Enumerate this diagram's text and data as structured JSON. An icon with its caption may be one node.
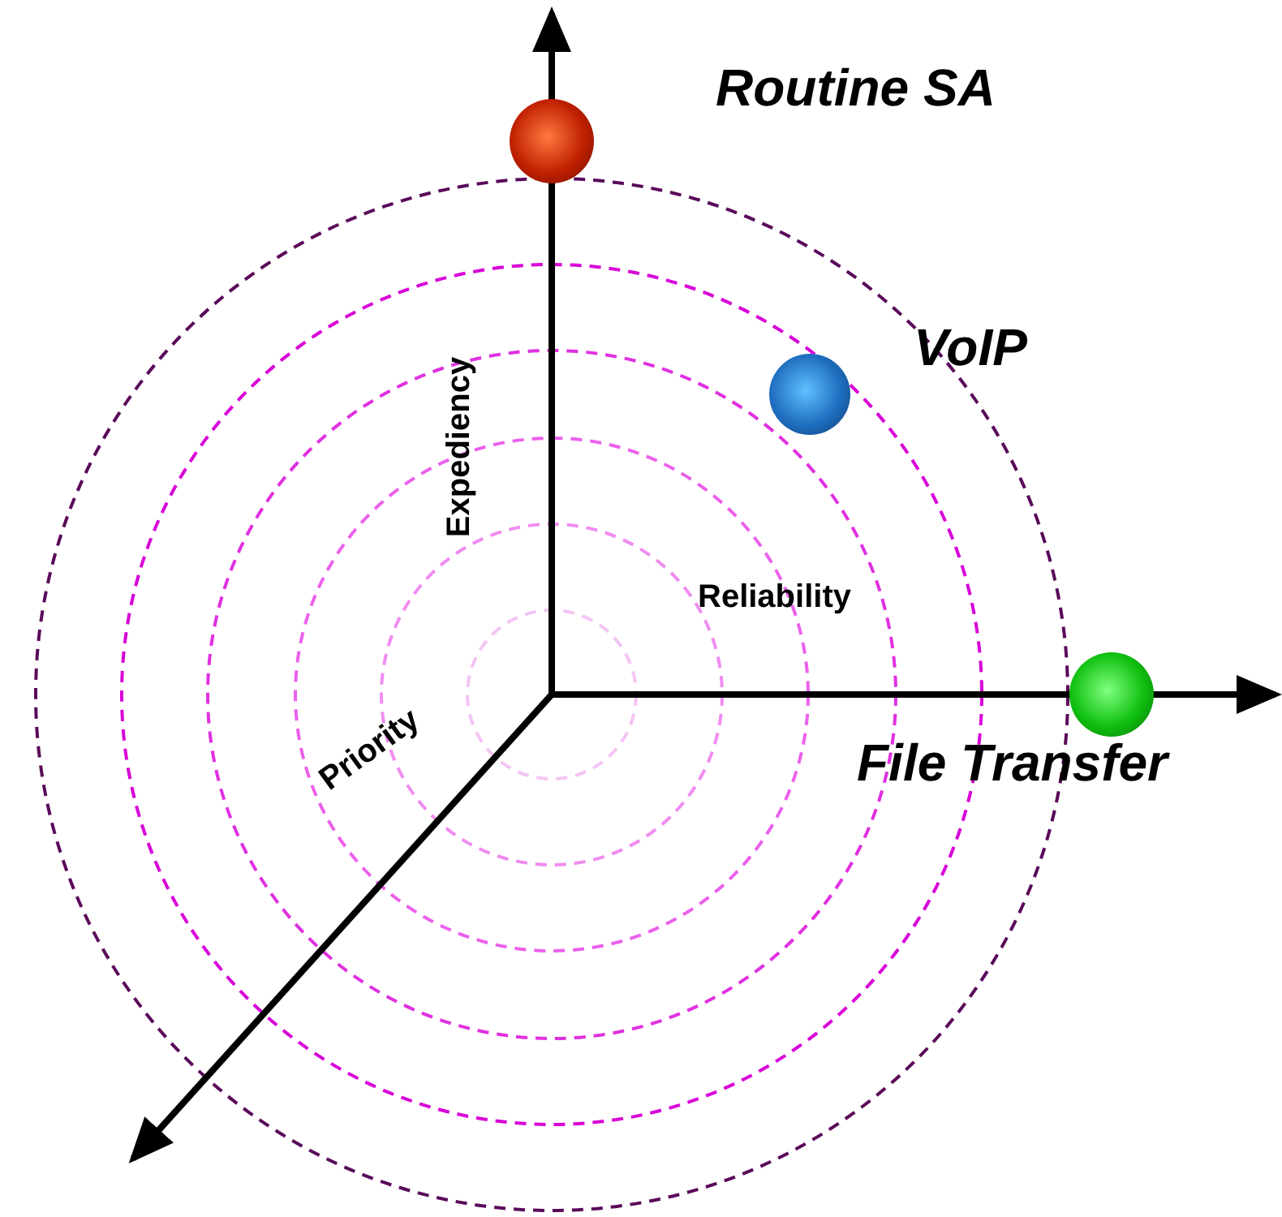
{
  "diagram": {
    "nodes": [
      {
        "text": [],
        "shape": "circle",
        "beside": [
          "Routine SA"
        ]
      },
      {
        "text": [],
        "shape": "circle",
        "beside": [
          "VoIP"
        ]
      },
      {
        "text": [],
        "shape": "circle",
        "beside": [
          "File Transfer"
        ]
      }
    ],
    "edges": [],
    "labels": [
      "Expediency",
      "Reliability",
      "Priority"
    ]
  }
}
